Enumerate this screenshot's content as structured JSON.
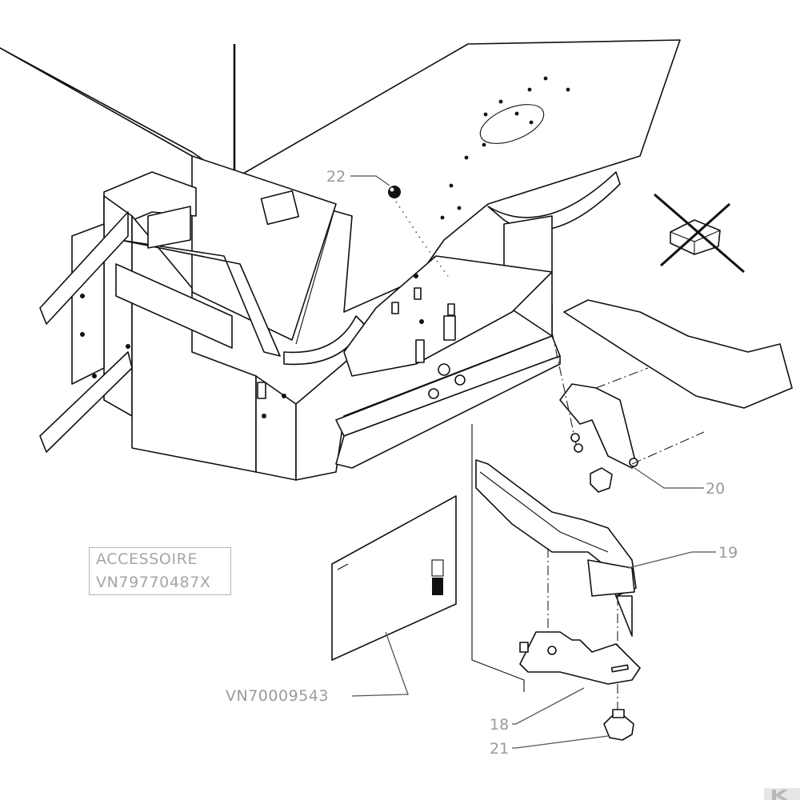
{
  "callouts": {
    "c22": "22",
    "c20": "20",
    "c19": "19",
    "c18": "18",
    "c21": "21"
  },
  "accessory": {
    "line1": "ACCESSOIRE",
    "line2": "VN79770487X"
  },
  "manual_ref": "VN70009543",
  "logo": {
    "letter": "K",
    "color": "#b8b8b8"
  },
  "colors": {
    "line": "#111111",
    "callout_text": "#9a9a9a"
  }
}
